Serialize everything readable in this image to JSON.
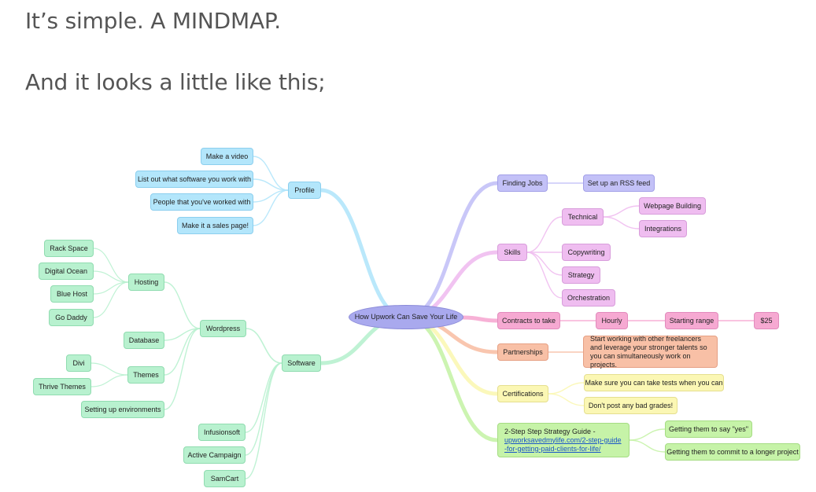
{
  "page": {
    "line1": "It’s simple. A MINDMAP.",
    "line2": "And it looks a little like this;"
  },
  "mindmap": {
    "root": "How Upwork Can Save Your Life",
    "profile": {
      "label": "Profile",
      "children": [
        "Make a video",
        "List out what software you work with",
        "People that you've worked with",
        "Make it a sales page!"
      ]
    },
    "software": {
      "label": "Software",
      "wordpress": "Wordpress",
      "hosting": "Hosting",
      "hosting_items": [
        "Rack Space",
        "Digital Ocean",
        "Blue Host",
        "Go Daddy"
      ],
      "database": "Database",
      "themes": "Themes",
      "theme_items": [
        "Divi",
        "Thrive Themes"
      ],
      "environments": "Setting up environments",
      "tools": [
        "Infusionsoft",
        "Active Campaign",
        "SamCart"
      ]
    },
    "finding_jobs": {
      "label": "Finding Jobs",
      "child": "Set up an RSS feed"
    },
    "skills": {
      "label": "Skills",
      "technical": "Technical",
      "technical_items": [
        "Webpage Building",
        "Integrations"
      ],
      "others": [
        "Copywriting",
        "Strategy",
        "Orchestration"
      ]
    },
    "contracts": {
      "label": "Contracts to take",
      "hourly": "Hourly",
      "starting_range": "Starting range",
      "amount": "$25"
    },
    "partnerships": {
      "label": "Partnerships",
      "note": "Start working with other freelancers and leverage your stronger talents so you can simultaneously work on projects."
    },
    "certifications": {
      "label": "Certifications",
      "items": [
        "Make sure you can take tests when you can",
        "Don't post any bad grades!"
      ]
    },
    "guide": {
      "title": "2-Step Step Strategy Guide -",
      "link": "upworksavedmylife.com/2-step-guide-for-getting-paid-clients-for-life/",
      "items": [
        "Getting them to say \"yes\"",
        "Getting them to commit to a longer project"
      ]
    }
  },
  "colors": {
    "root": "#a9a9ee",
    "profile": "#b3e6fb",
    "software": "#b8f1cf",
    "finding_jobs": "#c3c1f7",
    "skills": "#efbdf0",
    "contracts": "#f6a9d2",
    "partnerships": "#f8c0a6",
    "certifications": "#fbf7b4",
    "guide": "#c6f3a8"
  }
}
